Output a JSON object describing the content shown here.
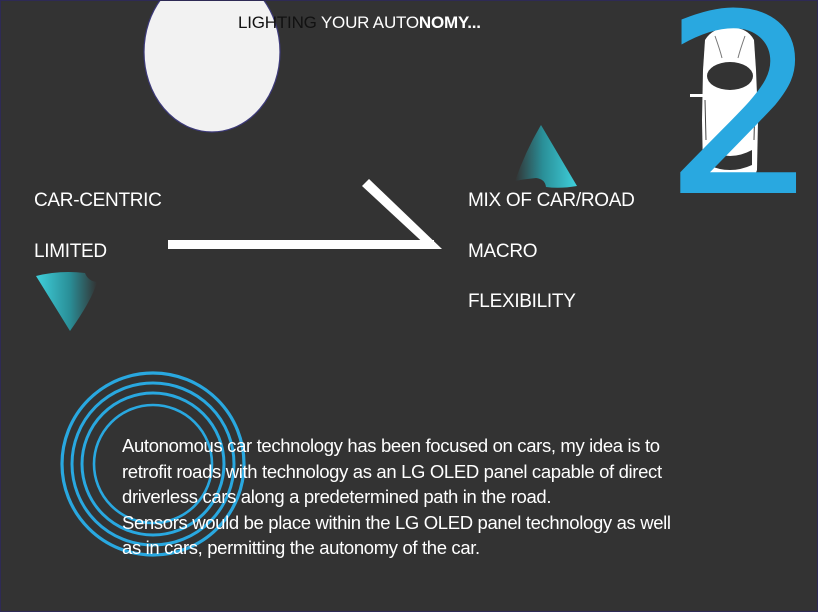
{
  "title": {
    "part_dark": "LIGHTING",
    "part_light": " YOUR AUTO",
    "part_bold": "NOMY..."
  },
  "big_number": "2",
  "left_column": {
    "items": [
      "CAR-CENTRIC",
      "LIMITED"
    ]
  },
  "right_column": {
    "items": [
      "MIX OF CAR/ROAD",
      "MACRO",
      "FLEXIBILITY"
    ]
  },
  "description": {
    "lines": [
      "Autonomous car technology has been focused on cars, my idea is to",
      "retrofit roads with technology as an LG OLED panel capable of direct",
      "driverless cars along a predetermined path in the road.",
      "Sensors would be place within the LG OLED panel technology as well",
      "as in cars, permitting the autonomy of the car."
    ]
  },
  "icons": {
    "arrow": "arrow-right-icon",
    "car": "car-top-view-icon",
    "spotlight": "spotlight-ellipse",
    "cone_left": "light-cone-down-icon",
    "cone_right": "light-cone-up-icon",
    "rings": "concentric-rings-icon"
  },
  "colors": {
    "background": "#333333",
    "accent_blue": "#29a8e0",
    "teal": "#3cc3d0",
    "ellipse_fill": "#f2f2f2",
    "ellipse_stroke": "#3d3a7a",
    "text": "#ffffff"
  }
}
